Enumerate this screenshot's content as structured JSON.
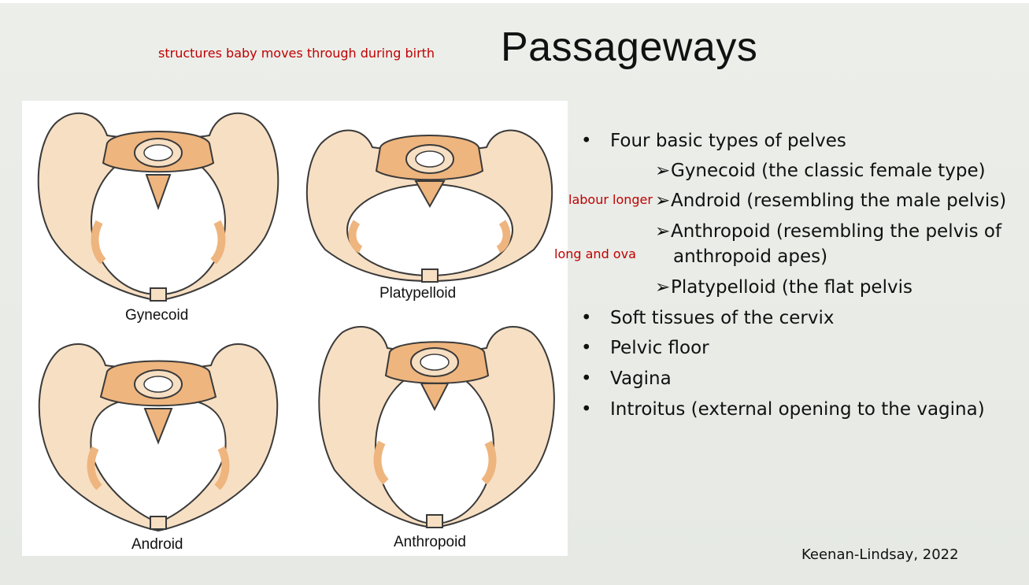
{
  "slide": {
    "title": "Passageways",
    "note_top": "structures baby moves through during birth",
    "note_labour": "labour longer",
    "note_long": "long and oval",
    "citation": "Keenan-Lindsay, 2022"
  },
  "figure": {
    "labels": {
      "gynecoid": "Gynecoid",
      "platypelloid": "Platypelloid",
      "android": "Android",
      "anthropoid": "Anthropoid"
    },
    "colors": {
      "bone_light": "#f7dfc3",
      "bone_dark": "#eeb57e",
      "outline": "#3a3a3a"
    }
  },
  "bullets": {
    "b1": "Four basic types of pelves",
    "sub1": "Gynecoid (the classic female type)",
    "sub2": "Android (resembling the male pelvis)",
    "sub3_line1": "Anthropoid (resembling the pelvis of",
    "sub3_line2": "anthropoid apes)",
    "sub4": "Platypelloid (the flat pelvis",
    "b2": "Soft tissues of the cervix",
    "b3": "Pelvic floor",
    "b4": "Vagina",
    "b5": "Introitus (external opening to the vagina)",
    "bullet_char": "•",
    "arrow_char": "➢"
  }
}
